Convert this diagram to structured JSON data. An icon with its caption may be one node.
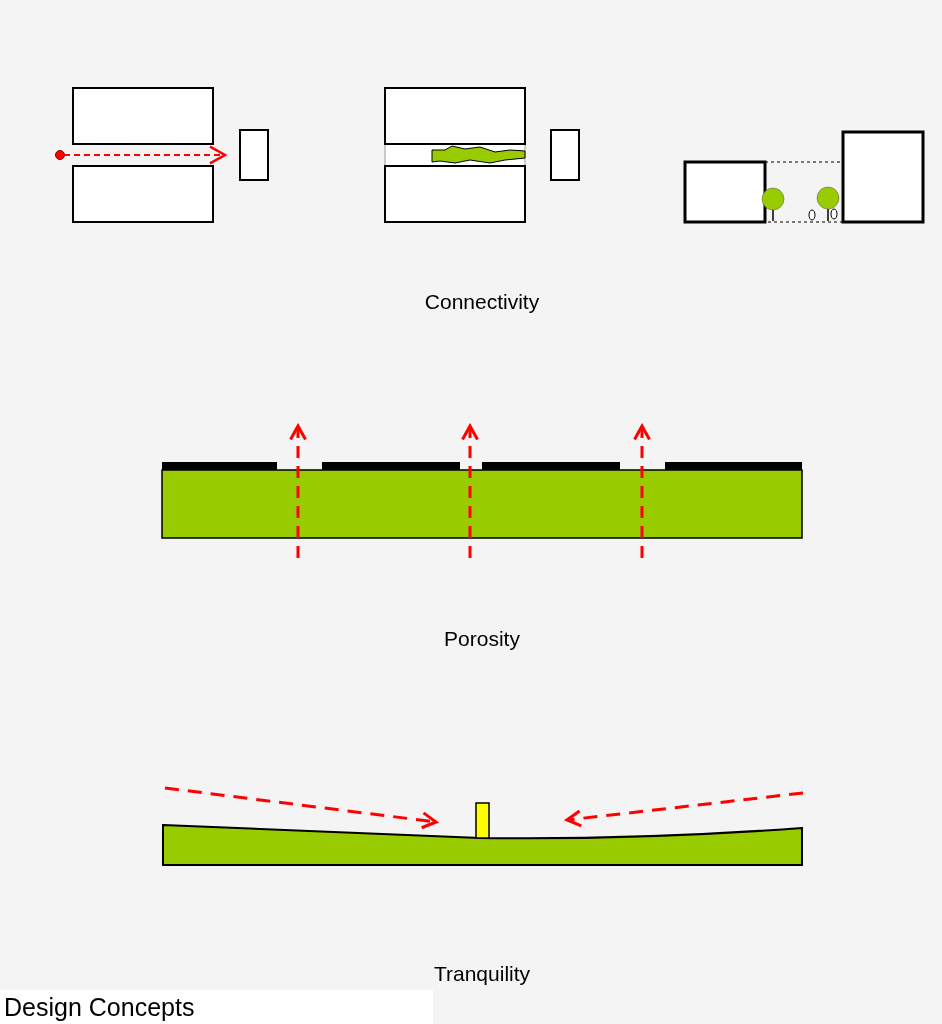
{
  "diagram": {
    "title": "Design Concepts",
    "labels": [
      "Connectivity",
      "Porosity",
      "Tranquility"
    ]
  }
}
